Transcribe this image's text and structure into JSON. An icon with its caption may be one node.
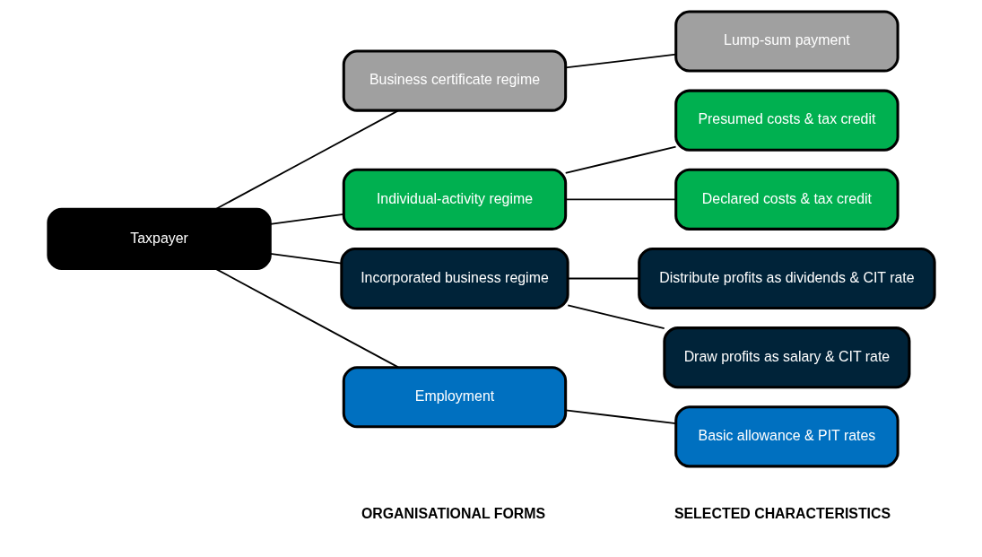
{
  "diagram": {
    "nodes": [
      {
        "text": [
          "Taxpayer"
        ]
      },
      {
        "text": [
          "Business certificate regime"
        ]
      },
      {
        "text": [
          "Individual-activity regime"
        ]
      },
      {
        "text": [
          "Incorporated business regime"
        ]
      },
      {
        "text": [
          "Employment"
        ]
      },
      {
        "text": [
          "Lump-sum payment"
        ]
      },
      {
        "text": [
          "Presumed costs & tax credit"
        ]
      },
      {
        "text": [
          "Declared costs & tax credit"
        ]
      },
      {
        "text": [
          "Distribute profits as dividends & CIT rate"
        ]
      },
      {
        "text": [
          "Draw profits as salary & CIT rate"
        ]
      },
      {
        "text": [
          "Basic allowance & PIT rates"
        ]
      }
    ],
    "edges": [
      {
        "from": 0,
        "to": 1,
        "arrow": "none"
      },
      {
        "from": 0,
        "to": 2,
        "arrow": "none"
      },
      {
        "from": 0,
        "to": 3,
        "arrow": "none"
      },
      {
        "from": 0,
        "to": 4,
        "arrow": "none"
      },
      {
        "from": 1,
        "to": 5,
        "arrow": "none"
      },
      {
        "from": 2,
        "to": 6,
        "arrow": "none"
      },
      {
        "from": 2,
        "to": 7,
        "arrow": "none"
      },
      {
        "from": 3,
        "to": 8,
        "arrow": "none"
      },
      {
        "from": 3,
        "to": 9,
        "arrow": "none"
      },
      {
        "from": 4,
        "to": 10,
        "arrow": "none"
      }
    ],
    "labels": [
      "ORGANISATIONAL FORMS",
      "SELECTED CHARACTERISTICS"
    ]
  }
}
